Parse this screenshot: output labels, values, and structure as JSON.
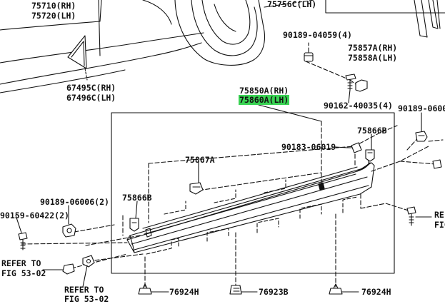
{
  "colors": {
    "line": "#111111",
    "highlight": "#39d353",
    "background": "#ffffff"
  },
  "labels": {
    "l75710": "75710(RH)",
    "l75720": "75720(LH)",
    "l75756c": "75756C(LH)",
    "l67495c": "67495C(RH)",
    "l67496c": "67496C(LH)",
    "l90189_04059": "90189-04059(4)",
    "l75857a": "75857A(RH)",
    "l75858a": "75858A(LH)",
    "l75850a": "75850A(RH)",
    "l75860a": "75860A(LH)",
    "l90162": "90162-40035(4)",
    "l90189_0600_right": "90189-0600",
    "l75866b_top": "75866B",
    "l90183": "90183-06019",
    "l75867a": "75867A",
    "l75866b_left": "75866B",
    "l90189_06006": "90189-06006(2)",
    "l90159": "90159-60422(2)",
    "refer_left_1": "REFER TO",
    "refer_left_2": "FIG 53-02",
    "refer_bottom_1": "REFER TO",
    "refer_bottom_2": "FIG 53-02",
    "refer_right_1": "RE",
    "refer_right_2": "FIG",
    "l76924h_left": "76924H",
    "l76923b": "76923B",
    "l76924h_right": "76924H"
  }
}
